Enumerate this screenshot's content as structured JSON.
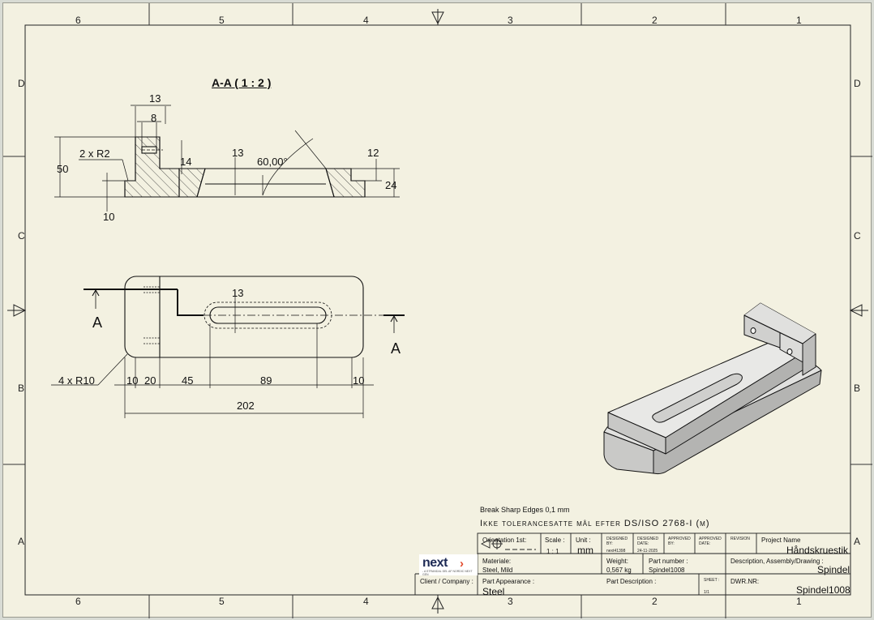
{
  "zones": {
    "top": [
      "6",
      "5",
      "4",
      "3",
      "2",
      "1"
    ],
    "side": [
      "D",
      "C",
      "B",
      "A"
    ]
  },
  "section_view": {
    "title": "A-A ( 1 : 2 )",
    "dims": {
      "d13_top": "13",
      "d8": "8",
      "d2xr2": "2 x R2",
      "d50": "50",
      "d14": "14",
      "d13_mid": "13",
      "d60": "60,00°",
      "d12": "12",
      "d24": "24",
      "d10": "10"
    }
  },
  "plan_view": {
    "section_marker": "A",
    "dims": {
      "d13_slot": "13",
      "d4xr10": "4 x R10",
      "d10_left": "10",
      "d20": "20",
      "d45": "45",
      "d89": "89",
      "d10_right": "10",
      "d202": "202"
    }
  },
  "notes": {
    "break_edges": "Break Sharp Edges 0,1 mm",
    "tolerance": "Ikke tolerancesatte mål efter DS/ISO 2768-I (m)"
  },
  "title_block": {
    "orientation_label": "Orientation 1st:",
    "scale_label": "Scale :",
    "scale_value": "1 : 1",
    "unit_label": "Unit :",
    "unit_value": "mm",
    "designed_by_label": "DESIGNED BY:",
    "designed_by_value": "next41398",
    "designed_date_label": "DESIGNED DATE:",
    "designed_date_value": "24-11-2025",
    "approved_by_label": "APPROVED BY:",
    "approved_date_label": "APPROVED DATE:",
    "revision_label": "REVISION",
    "project_name_label": "Project Name",
    "project_name_value": "Håndskruestik",
    "material_label": "Materiale:",
    "material_value": "Steel, Mild",
    "weight_label": "Weight:",
    "weight_value": "0,567 kg",
    "part_number_label": "Part number :",
    "part_number_value": "Spindel1008",
    "description_label": "Description, Assembly/Drawing :",
    "description_value": "Spindel",
    "client_label": "Client / Company :",
    "appearance_label": "Part Appearance :",
    "appearance_value": "Steel",
    "part_description_label": "Part Description :",
    "sheet_label": "SHEET :",
    "sheet_value": "1/1",
    "dwr_label": "DWR.NR:",
    "dwr_value": "Spindel1008"
  },
  "logo": {
    "word": "next",
    "tagline": "- A STRANDAL DEL AF NORDIC NEXT GEN"
  }
}
